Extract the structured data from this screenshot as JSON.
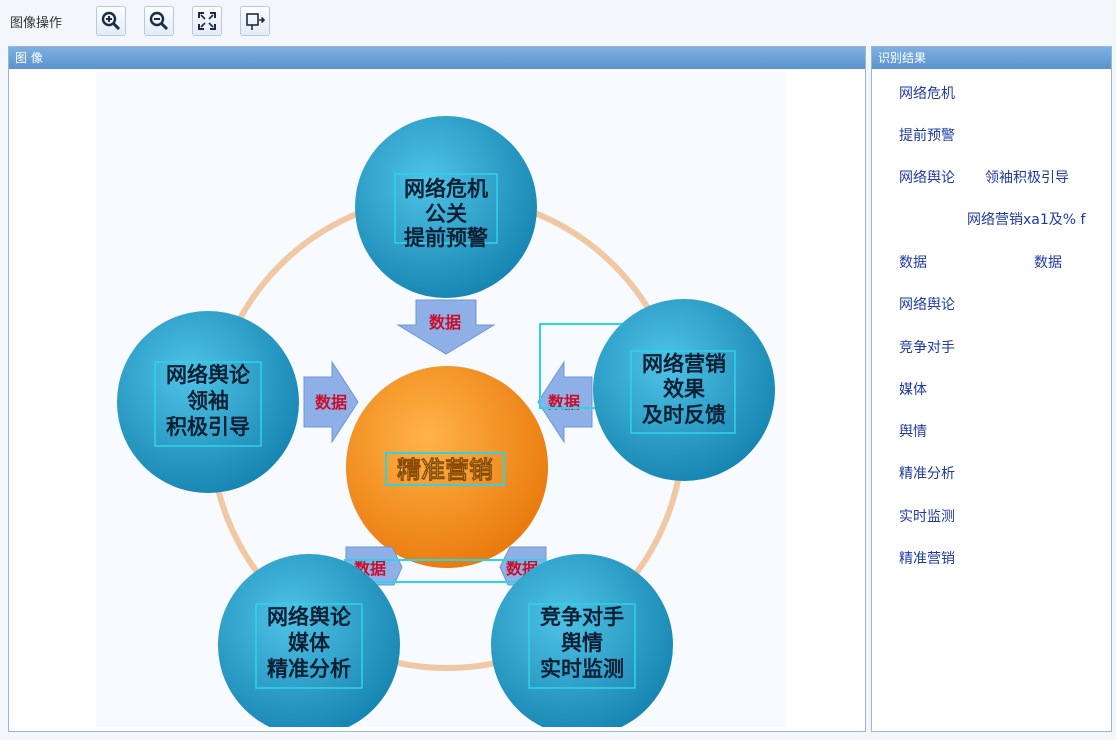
{
  "toolbar": {
    "title": "图像操作",
    "buttons": [
      {
        "name": "zoom-in",
        "icon": "zoom-in-icon"
      },
      {
        "name": "zoom-out",
        "icon": "zoom-out-icon"
      },
      {
        "name": "fit",
        "icon": "fit-screen-icon"
      },
      {
        "name": "export",
        "icon": "export-icon"
      }
    ]
  },
  "image_panel": {
    "title": "图 像"
  },
  "results_panel": {
    "title": "识别结果",
    "items": [
      "网络危机",
      "提前预警",
      "网络舆论",
      "领袖积极引导",
      "网络营销xa1及% f",
      "数据",
      "数据",
      "网络舆论",
      "竞争对手",
      "媒体",
      "舆情",
      "精准分析",
      "实时监测",
      "精准营销"
    ]
  },
  "diagram": {
    "center": "精准营销",
    "arrow_label": "数据",
    "nodes": {
      "top": [
        "网络危机",
        "公关",
        "提前预警"
      ],
      "left": [
        "网络舆论",
        "领袖",
        "积极引导"
      ],
      "right": [
        "网络营销",
        "效果",
        "及时反馈"
      ],
      "bottom_left": [
        "网络舆论",
        "媒体",
        "精准分析"
      ],
      "bottom_right": [
        "竞争对手",
        "舆情",
        "实时监测"
      ]
    },
    "colors": {
      "node": "#1c9ec9",
      "center": "#f08a12",
      "arrow": "#8fb0e6",
      "arrow_text": "#c8102e",
      "ring": "#f0c9a4",
      "highlight": "#2fd3e8"
    }
  }
}
